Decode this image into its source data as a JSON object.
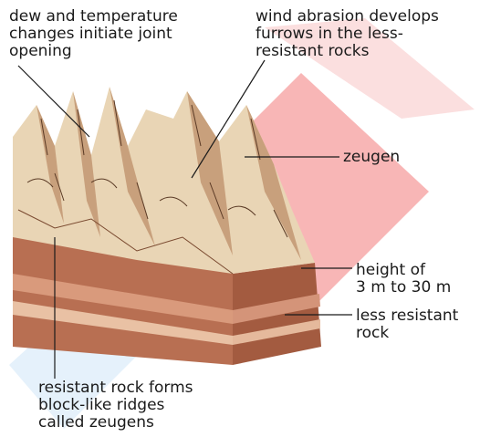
{
  "labels": {
    "joint_opening": "dew and temperature\nchanges initiate joint\nopening",
    "wind_abrasion": "wind abrasion develops\nfurrows in the less-\nresistant rocks",
    "zeugen": "zeugen",
    "height": "height of\n3 m to 30 m",
    "less_resistant": "less resistant\nrock",
    "resistant": "resistant rock forms\nblock-like ridges\ncalled zeugens"
  },
  "colors": {
    "ridge_top": "#ecdcbf",
    "ridge_shadow": "#c9a27c",
    "layer_dark": "#a8664a",
    "layer_mid": "#c98d6c",
    "layer_light": "#e7c2a6",
    "watermark_red": "#e8323a",
    "watermark_blue": "#cfe6f7"
  }
}
